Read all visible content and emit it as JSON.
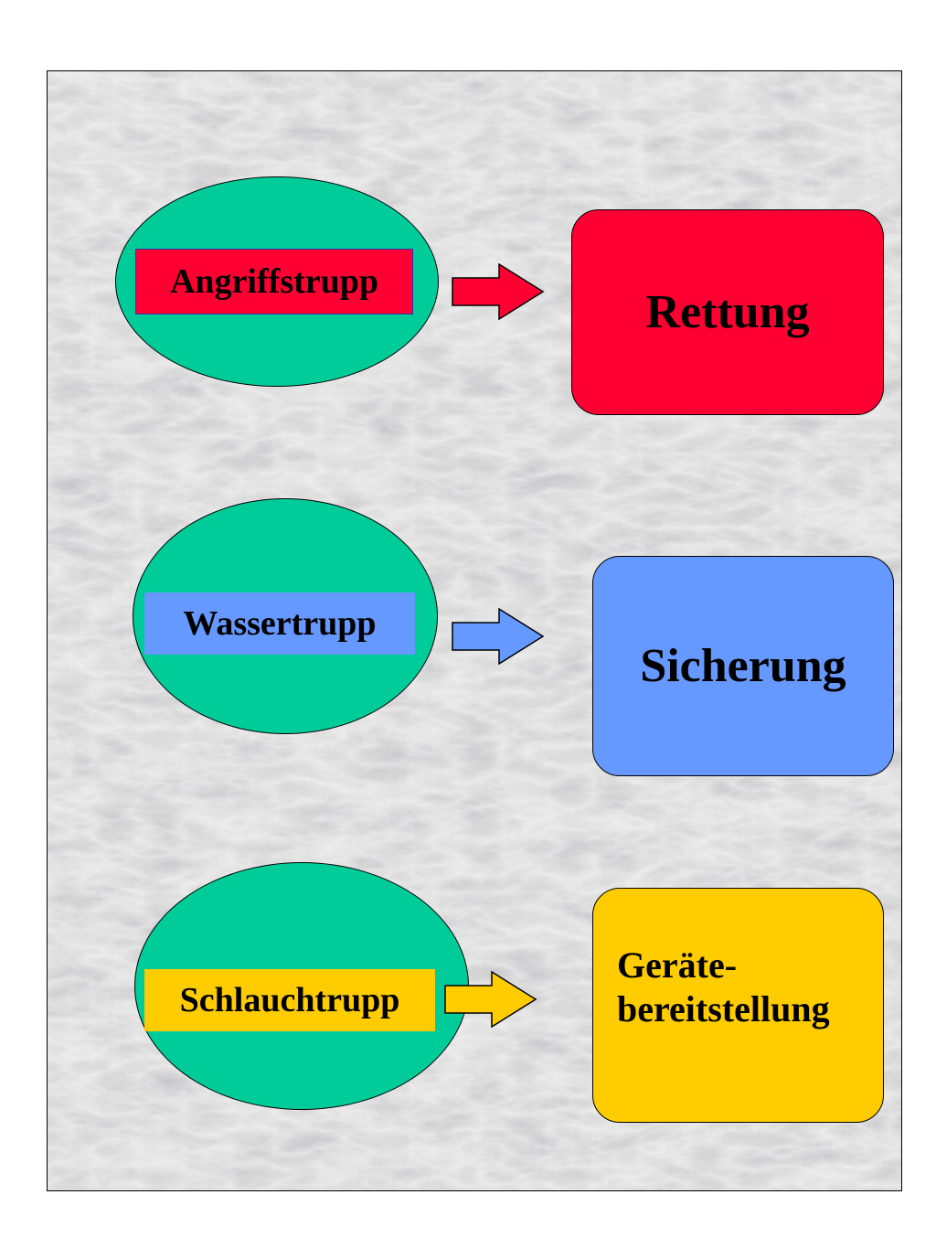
{
  "colors": {
    "ellipse_fill": "#00cc99",
    "red": "#ff0033",
    "blue": "#6699ff",
    "yellow": "#ffcc00",
    "border": "#000000"
  },
  "rows": [
    {
      "team": "Angriffstrupp",
      "task": "Rettung",
      "color": "#ff0033",
      "arrow_icon": "right-arrow-icon"
    },
    {
      "team": "Wassertrupp",
      "task": "Sicherung",
      "color": "#6699ff",
      "arrow_icon": "right-arrow-icon"
    },
    {
      "team": "Schlauchtrupp",
      "task_line1": "Geräte-",
      "task_line2": "bereitstellung",
      "color": "#ffcc00",
      "arrow_icon": "right-arrow-icon"
    }
  ]
}
